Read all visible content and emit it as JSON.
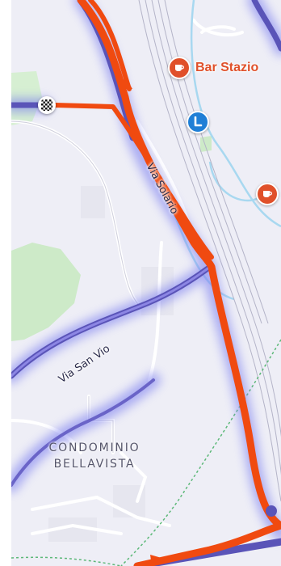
{
  "map": {
    "pois": [
      {
        "name": "Bar Stazio",
        "type": "cafe",
        "icon": "coffee-cup-icon",
        "color": "#e0502a"
      },
      {
        "name": "",
        "type": "cafe",
        "icon": "coffee-cup-icon",
        "color": "#e0502a"
      },
      {
        "name": "",
        "type": "transit",
        "icon": "transit-stop-icon",
        "color": "#1f7fd6"
      }
    ],
    "streets": [
      {
        "name": "Via Solario"
      },
      {
        "name": "Via San Vio"
      }
    ],
    "areas": [
      {
        "line1": "CONDOMINIO",
        "line2": "BELLAVISTA"
      }
    ],
    "route": {
      "color": "#f04a10",
      "end_marker": "checkered-flag-icon"
    },
    "colors": {
      "background": "#eeeef6",
      "park": "#cfeccc",
      "traffic_glow": "#7c7ff0",
      "water": "#a8d8f0",
      "rail": "#b0b0c4"
    }
  }
}
